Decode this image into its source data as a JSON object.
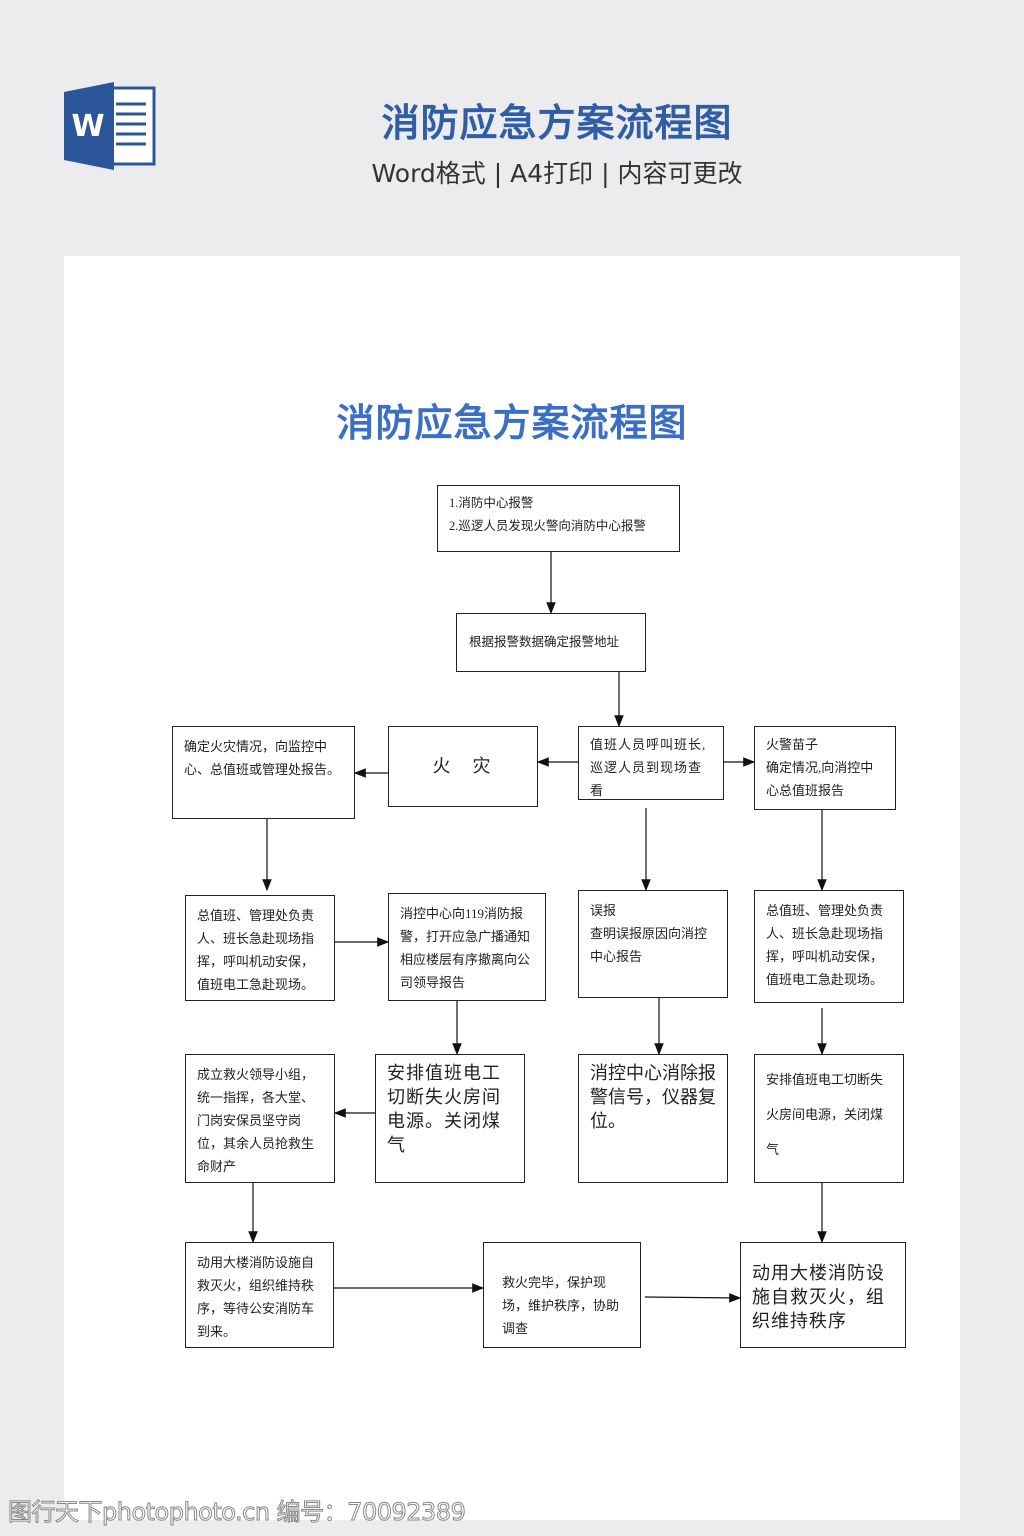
{
  "header": {
    "title": "消防应急方案流程图",
    "subtitle": "Word格式 | A4打印 | 内容可更改",
    "icon_letter": "W"
  },
  "document": {
    "title": "消防应急方案流程图",
    "boxes": {
      "b1": [
        "1.消防中心报警",
        "2.巡逻人员发现火警向消防中心报警"
      ],
      "b2": [
        "根据报警数据确定报警地址"
      ],
      "b3": [
        "确定火灾情况，向监控中心、总值班或管理处报告。"
      ],
      "b4": [
        "火灾"
      ],
      "b5": [
        "值班人员呼叫班长,巡逻人员到现场查看"
      ],
      "b6": [
        "火警苗子",
        "确定情况,向消控中心总值班报告"
      ],
      "b7": [
        "总值班、管理处负责人、班长急赴现场指挥，呼叫机动安保，值班电工急赴现场。"
      ],
      "b8": [
        "消控中心向119消防报警，打开应急广播通知相应楼层有序撤离向公司领导报告"
      ],
      "b9": [
        "误报",
        "查明误报原因向消控中心报告"
      ],
      "b10": [
        "总值班、管理处负责人、班长急赴现场指挥，呼叫机动安保，值班电工急赴现场。"
      ],
      "b11": [
        "成立救火领导小组，统一指挥，各大堂、门岗安保员坚守岗位，其余人员抢救生命财产"
      ],
      "b12": [
        "安排值班电工切断失火房间电源。关闭煤气"
      ],
      "b13": [
        "消控中心消除报警信号，仪器复位。"
      ],
      "b14": [
        "安排值班电工切断失火房间电源，关闭煤气"
      ],
      "b15": [
        "动用大楼消防设施自救灭火，组织维持秩序，等待公安消防车到来。"
      ],
      "b16": [
        "救火完毕，保护现场，维护秩序，协助调查"
      ],
      "b17": [
        "动用大楼消防设施自救灭火，组织维持秩序"
      ]
    }
  },
  "watermark": "图行天下photophoto.cn 编号：70092389",
  "colors": {
    "title_blue": "#2f5da6",
    "word_blue": "#2b579a"
  }
}
